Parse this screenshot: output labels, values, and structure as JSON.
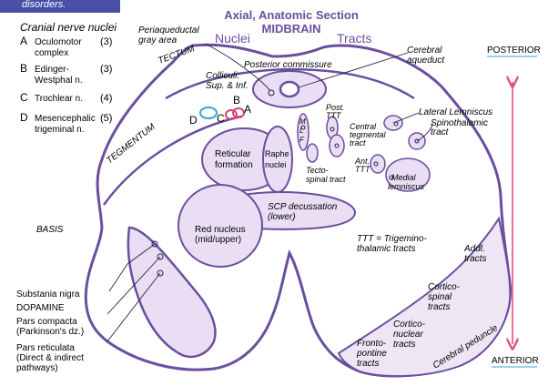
{
  "banner": "disorders.",
  "title": "Axial, Anatomic Section",
  "subtitle": "MIDBRAIN",
  "nuclei_heading": "Nuclei",
  "tracts_heading": "Tracts",
  "colors": {
    "accent": "#6a4fa0",
    "fill": "#e9def3",
    "arrow": "#e0507a",
    "ink": "#2b1f4a"
  },
  "legend": {
    "heading": "Cranial nerve nuclei",
    "items": [
      {
        "letter": "A",
        "line1": "Oculomotor",
        "line2": "complex",
        "num": "(3)"
      },
      {
        "letter": "B",
        "line1": "Edinger-",
        "line2": "Westphal n.",
        "num": "(3)"
      },
      {
        "letter": "C",
        "line1": "Trochlear n.",
        "line2": "",
        "num": "(4)"
      },
      {
        "letter": "D",
        "line1": "Mesencephalic",
        "line2": "trigeminal n.",
        "num": "(5)"
      }
    ]
  },
  "labels": {
    "periaqueductal": [
      "Periaqueductal",
      "gray area"
    ],
    "tectum": "TECTUM",
    "colliculi": [
      "Colliculi:",
      "Sup. & Inf."
    ],
    "posterior_commissure": "Posterior commissure",
    "cerebral_aqueduct": [
      "Cerebral",
      "aqueduct"
    ],
    "posterior": "POSTERIOR",
    "anterior": "ANTERIOR",
    "lateral_lemniscus": "Lateral Lemniscus",
    "spinothalamic": [
      "Spinothalamic",
      "tract"
    ],
    "post_ttt": [
      "Post.",
      "TTT"
    ],
    "central_tegmental": [
      "Central",
      "tegmental",
      "tract"
    ],
    "ant_ttt": [
      "Ant.",
      "TTT"
    ],
    "medial_lemniscus": [
      "Medial",
      "lemniscus"
    ],
    "tectospinal": [
      "Tecto-",
      "spinal tract"
    ],
    "mlf": [
      "M",
      "L",
      "F"
    ],
    "tegmentum": "TEGMENTUM",
    "reticular": [
      "Reticular",
      "formation"
    ],
    "raphe": [
      "Raphe",
      "nuclei"
    ],
    "scp": [
      "SCP decussation",
      "(lower)"
    ],
    "red_nucleus": [
      "Red nucleus",
      "(mid/upper)"
    ],
    "basis": "BASIS",
    "ttt_note": [
      "TTT = Trigemino-",
      "thalamic tracts"
    ],
    "addl": [
      "Addl.",
      "tracts"
    ],
    "corticospinal": [
      "Cortico-",
      "spinal",
      "tracts"
    ],
    "corticonuclear": [
      "Cortico-",
      "nuclear",
      "tracts"
    ],
    "frontopontine": [
      "Fronto-",
      "pontine",
      "tracts"
    ],
    "cerebral_peduncle": "Cerebral peduncle",
    "substantia_nigra": "Substania nigra",
    "dopamine": "DOPAMINE",
    "pars_compacta": [
      "Pars compacta",
      "(Parkinson's dz.)"
    ],
    "pars_reticulata": [
      "Pars reticulata",
      "(Direct & indirect",
      "pathways)"
    ],
    "nuc_letters": {
      "a": "A",
      "b": "B",
      "c": "C",
      "d": "D"
    }
  }
}
